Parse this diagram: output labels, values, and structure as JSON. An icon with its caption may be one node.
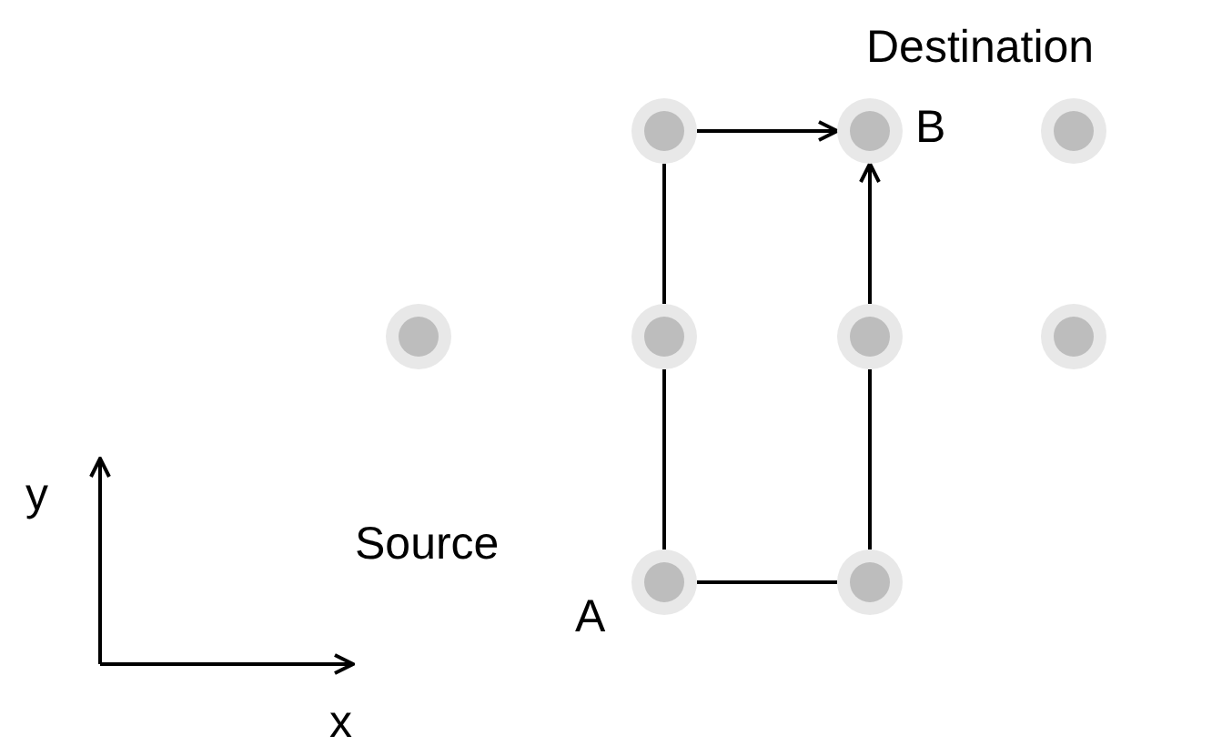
{
  "diagram": {
    "nodes": [
      {
        "text": [],
        "shape": "circle"
      },
      {
        "text": [],
        "shape": "circle",
        "beside": [
          "Destination",
          "B"
        ]
      },
      {
        "text": [],
        "shape": "circle"
      },
      {
        "text": [],
        "shape": "circle"
      },
      {
        "text": [],
        "shape": "circle"
      },
      {
        "text": [],
        "shape": "circle"
      },
      {
        "text": [],
        "shape": "circle"
      },
      {
        "text": [],
        "shape": "circle",
        "beside": [
          "Source",
          "A"
        ]
      },
      {
        "text": [],
        "shape": "circle"
      }
    ],
    "edges": [
      {
        "from": 7,
        "to": 4,
        "arrow": "none"
      },
      {
        "from": 4,
        "to": 0,
        "arrow": "none"
      },
      {
        "from": 0,
        "to": 1,
        "arrow": "to"
      },
      {
        "from": 7,
        "to": 8,
        "arrow": "none"
      },
      {
        "from": 8,
        "to": 5,
        "arrow": "none"
      },
      {
        "from": 5,
        "to": 1,
        "arrow": "to"
      }
    ],
    "labels": [
      "y",
      "x"
    ]
  }
}
